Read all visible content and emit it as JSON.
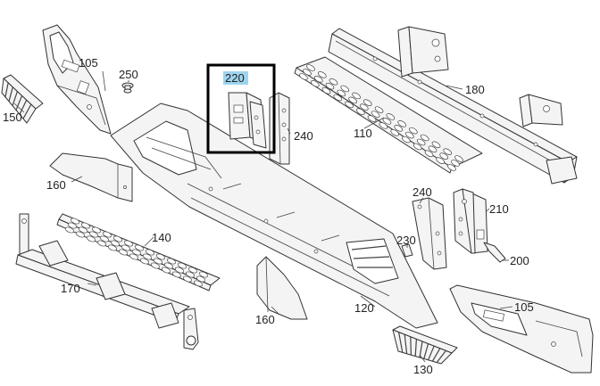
{
  "callouts": {
    "c105a": "105",
    "c250": "250",
    "c150": "150",
    "c220": "220",
    "c240a": "240",
    "c110": "110",
    "c180": "180",
    "c160a": "160",
    "c140": "140",
    "c170": "170",
    "c240b": "240",
    "c210": "210",
    "c230": "230",
    "c200": "200",
    "c160b": "160",
    "c120": "120",
    "c105b": "105",
    "c130": "130"
  },
  "selected_callout": "220",
  "colors": {
    "highlight": "#9fd4ee",
    "selection_frame": "#000000",
    "line": "#333333"
  }
}
